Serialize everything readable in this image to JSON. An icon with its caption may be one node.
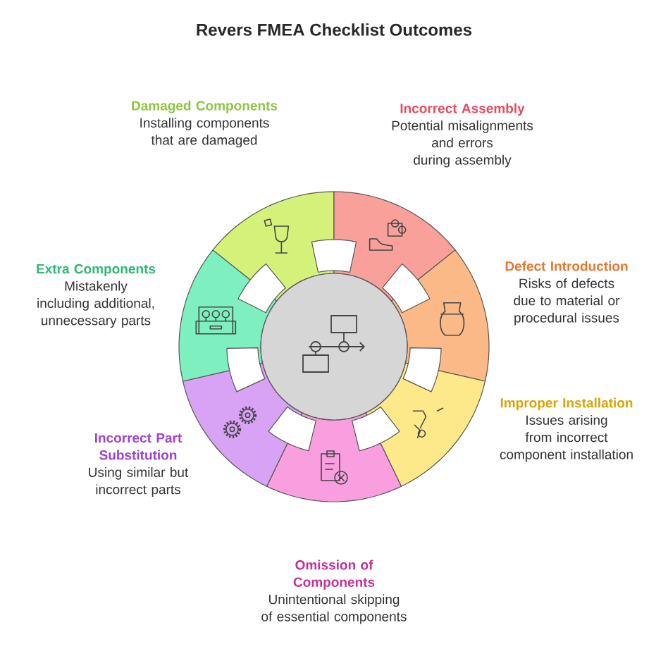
{
  "diagram": {
    "title": "Revers FMEA Checklist Outcomes",
    "nodes": [
      {
        "text": [
          "Damaged Components",
          "Installing components that are damaged"
        ]
      },
      {
        "text": [
          "Incorrect Assembly",
          "Potential misalignments and errors during assembly"
        ]
      },
      {
        "text": [
          "Defect Introduction",
          "Risks of defects due to material or procedural issues"
        ]
      },
      {
        "text": [
          "Improper Installation",
          "Issues arising from incorrect component installation"
        ]
      },
      {
        "text": [
          "Omission of Components",
          "Unintentional skipping of essential components"
        ]
      },
      {
        "text": [
          "Incorrect Part Substitution",
          "Using similar but incorrect parts"
        ]
      },
      {
        "text": [
          "Extra Components",
          "Mistakenly including additional, unnecessary parts"
        ]
      }
    ]
  }
}
